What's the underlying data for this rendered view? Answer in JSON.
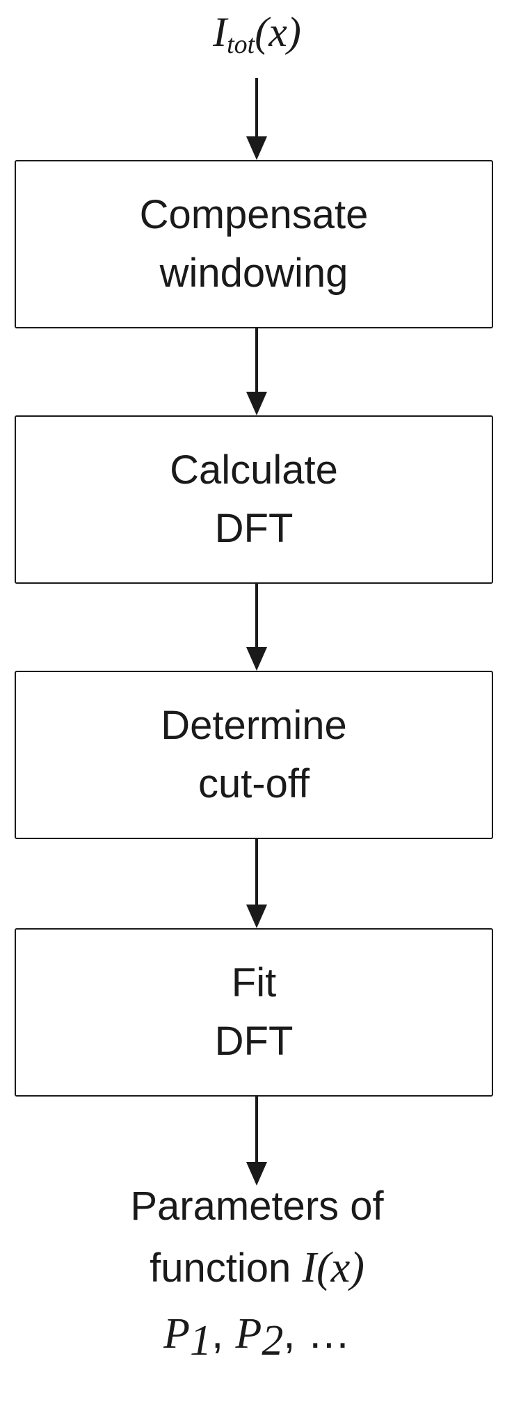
{
  "input": {
    "symbol": "I",
    "subscript": "tot",
    "argument": "(x)"
  },
  "steps": [
    {
      "line1": "Compensate",
      "line2": "windowing"
    },
    {
      "line1": "Calculate",
      "line2": "DFT"
    },
    {
      "line1": "Determine",
      "line2": "cut-off"
    },
    {
      "line1": "Fit",
      "line2": "DFT"
    }
  ],
  "output": {
    "line1": "Parameters of",
    "line2_text": "function",
    "line2_math": "I(x)",
    "param1_symbol": "P",
    "param1_sub": "1",
    "param2_symbol": "P",
    "param2_sub": "2",
    "separator": ",",
    "ellipsis": "…"
  }
}
